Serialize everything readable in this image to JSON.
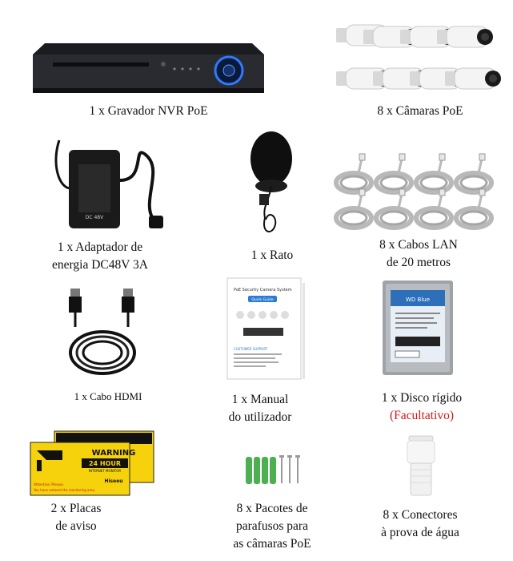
{
  "items": [
    {
      "id": "nvr",
      "lines": [
        "1 x Gravador NVR PoE"
      ]
    },
    {
      "id": "cameras",
      "lines": [
        "8 x Câmaras PoE"
      ]
    },
    {
      "id": "adapter",
      "lines": [
        "1 x Adaptador de",
        "energia DC48V 3A"
      ]
    },
    {
      "id": "mouse",
      "lines": [
        "1 x Rato"
      ]
    },
    {
      "id": "lan",
      "lines": [
        "8 x Cabos LAN",
        "de 20 metros"
      ]
    },
    {
      "id": "hdmi",
      "lines": [
        "1 x Cabo HDMI"
      ]
    },
    {
      "id": "manual",
      "lines": [
        "1 x Manual",
        "do utilizador"
      ]
    },
    {
      "id": "hdd",
      "lines": [
        "1 x Disco rígido",
        "(Facultativo)"
      ]
    },
    {
      "id": "signs",
      "lines": [
        "2 x Placas",
        "de aviso"
      ]
    },
    {
      "id": "screws",
      "lines": [
        "8 x Pacotes de",
        "parafusos para",
        "as câmaras PoE"
      ]
    },
    {
      "id": "connectors",
      "lines": [
        "8 x Conectores",
        "à prova de água"
      ]
    }
  ],
  "manual_text": {
    "title": "PoE Security Camera System",
    "subtitle": "Quick Guide",
    "support": "CUSTOMER SUPPORT"
  },
  "hdd_text": {
    "brand": "WD Blue"
  },
  "adapter_text": {
    "rating": "DC 48V"
  },
  "sign_text": {
    "warning": "WARNING",
    "hour": "24 HOUR",
    "monitor": "INTERNET MONITOR",
    "attention": "Attention Please.",
    "entered": "You have entered the monitoring area.",
    "brand": "Hiseeu"
  }
}
